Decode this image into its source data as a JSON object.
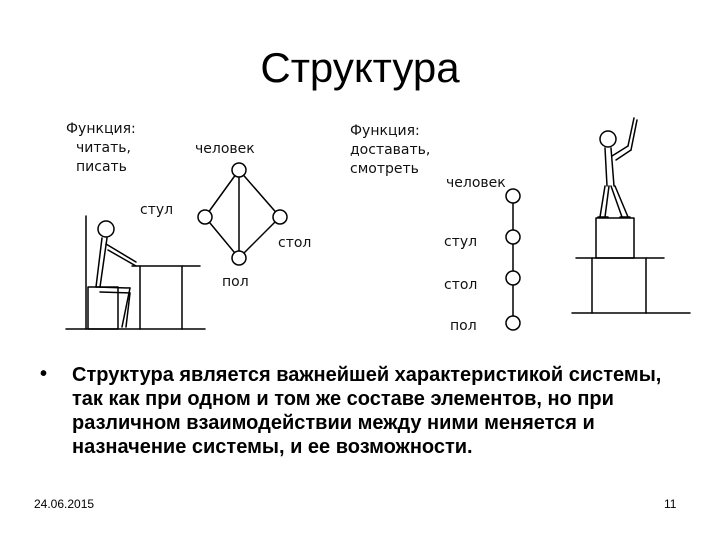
{
  "slide": {
    "title": "Структура",
    "bullet": "Структура является важнейшей характеристикой системы, так как при одном и том же составе элементов, но при различном взаимодействии между ними меняется и назначение системы, и ее возможности.",
    "date": "24.06.2015",
    "page_number": "11"
  },
  "left_diagram": {
    "function_text": [
      "Функция:",
      "читать,",
      "писать"
    ],
    "labels": {
      "person": "человек",
      "chair": "стул",
      "table": "стол",
      "floor": "пол"
    }
  },
  "right_diagram": {
    "function_text": [
      "Функция:",
      "доставать,",
      "смотреть"
    ],
    "labels": {
      "person": "человек",
      "chair": "стул",
      "table": "стол",
      "floor": "пол"
    }
  }
}
